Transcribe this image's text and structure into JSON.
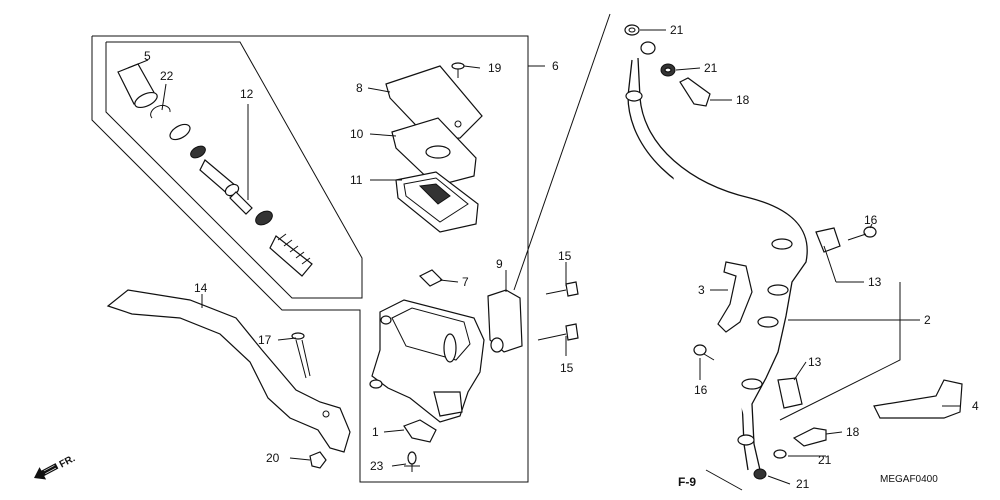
{
  "callouts": {
    "c1": "1",
    "c2": "2",
    "c3": "3",
    "c4": "4",
    "c5": "5",
    "c6": "6",
    "c7": "7",
    "c8": "8",
    "c9": "9",
    "c10": "10",
    "c11": "11",
    "c12": "12",
    "c13a": "13",
    "c13b": "13",
    "c14": "14",
    "c15a": "15",
    "c15b": "15",
    "c16a": "16",
    "c16b": "16",
    "c17": "17",
    "c18a": "18",
    "c18b": "18",
    "c19": "19",
    "c20": "20",
    "c21a": "21",
    "c21b": "21",
    "c21c": "21",
    "c21d": "21",
    "c22": "22",
    "c23": "23"
  },
  "reference": "F-9",
  "diagram_code": "MEGAF0400",
  "direction_label": "FR."
}
